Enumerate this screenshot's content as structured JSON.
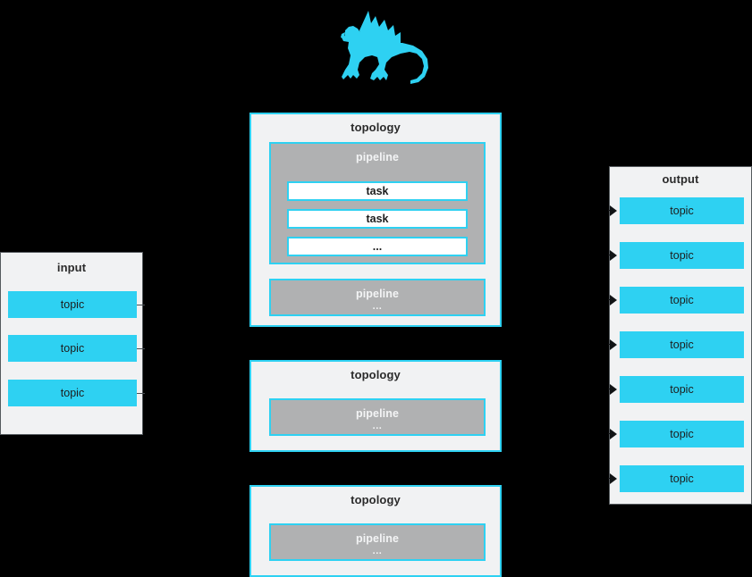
{
  "logo": {
    "name": "dragon-logo",
    "color": "#2ed1f2"
  },
  "palette": {
    "background": "#000000",
    "card_bg": "#f1f2f3",
    "accent_cyan": "#2ed1f2",
    "pipeline_gray": "#b0b1b2",
    "task_white": "#ffffff",
    "title_text": "#2b2b2b"
  },
  "input": {
    "title": "input",
    "topics": [
      {
        "label": "topic"
      },
      {
        "label": "topic"
      },
      {
        "label": "topic"
      }
    ]
  },
  "topologies": [
    {
      "title": "topology",
      "pipelines": [
        {
          "label": "pipeline",
          "more": "",
          "tasks": [
            {
              "label": "task"
            },
            {
              "label": "task"
            },
            {
              "label": "..."
            }
          ]
        },
        {
          "label": "pipeline",
          "more": "...",
          "tasks": []
        }
      ]
    },
    {
      "title": "topology",
      "pipelines": [
        {
          "label": "pipeline",
          "more": "...",
          "tasks": []
        }
      ]
    },
    {
      "title": "topology",
      "pipelines": [
        {
          "label": "pipeline",
          "more": "...",
          "tasks": []
        }
      ]
    }
  ],
  "output": {
    "title": "output",
    "topics": [
      {
        "label": "topic"
      },
      {
        "label": "topic"
      },
      {
        "label": "topic"
      },
      {
        "label": "topic"
      },
      {
        "label": "topic"
      },
      {
        "label": "topic"
      },
      {
        "label": "topic"
      }
    ]
  }
}
